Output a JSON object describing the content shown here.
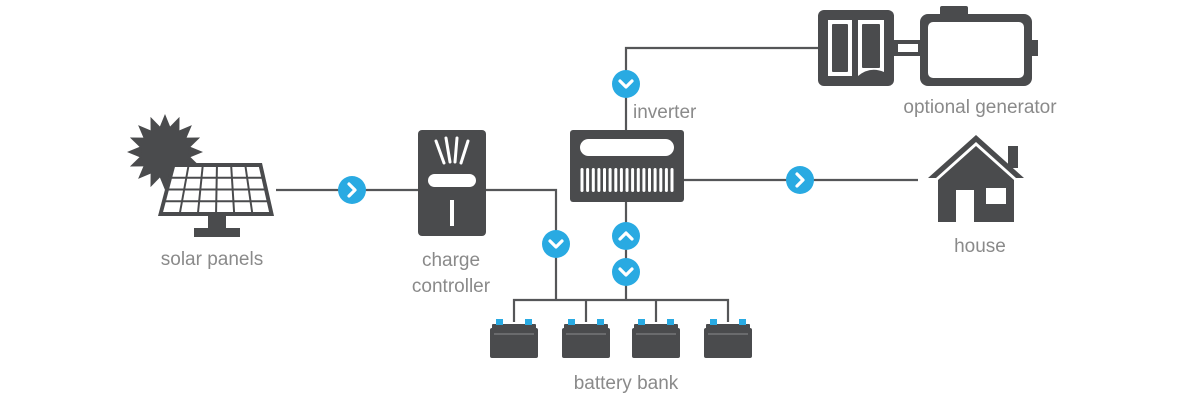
{
  "labels": {
    "solar_panels": "solar panels",
    "charge_controller_line1": "charge",
    "charge_controller_line2": "controller",
    "inverter": "inverter",
    "optional_generator": "optional generator",
    "house": "house",
    "battery_bank": "battery bank"
  },
  "colors": {
    "component": "#4a4b4d",
    "wire": "#555658",
    "flow_arrow": "#29aae2",
    "label": "#8a8a8a"
  },
  "icons": {
    "solar_panels": "solar-panel-icon",
    "sun": "sun-icon",
    "charge_controller": "charge-controller-icon",
    "inverter": "inverter-icon",
    "generator": "generator-icon",
    "house": "house-icon",
    "battery": "battery-icon",
    "flow_right": "arrow-right-icon",
    "flow_down": "arrow-down-icon",
    "flow_up": "arrow-up-icon"
  },
  "battery_count": 4
}
